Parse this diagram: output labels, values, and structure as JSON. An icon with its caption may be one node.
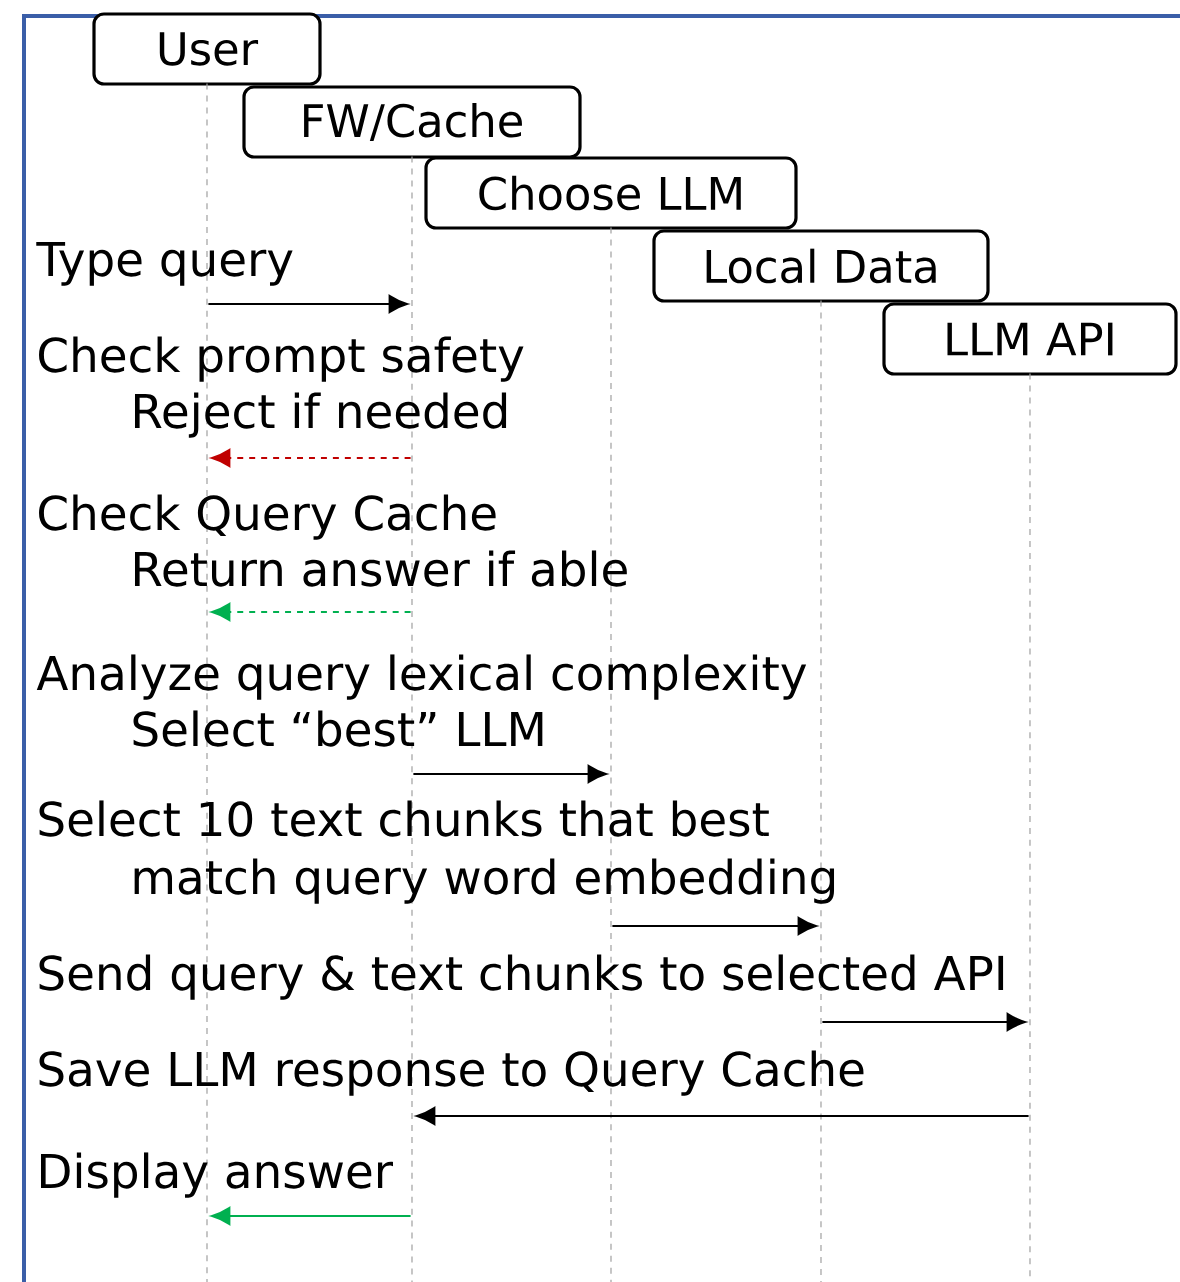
{
  "diagram": {
    "nodes": [
      {
        "text": [
          "User"
        ]
      },
      {
        "text": [
          "FW/Cache"
        ]
      },
      {
        "text": [
          "Choose LLM"
        ]
      },
      {
        "text": [
          "Local Data"
        ]
      },
      {
        "text": [
          "LLM API"
        ]
      },
      {
        "text": [],
        "shape": "lifeline"
      },
      {
        "text": [],
        "shape": "lifeline"
      },
      {
        "text": [],
        "shape": "lifeline"
      },
      {
        "text": [],
        "shape": "lifeline"
      },
      {
        "text": [],
        "shape": "lifeline"
      }
    ],
    "edges": [
      {
        "from": 5,
        "to": 6,
        "arrow": "to"
      },
      {
        "from": 6,
        "to": 5,
        "arrow": "to",
        "style": "dashed",
        "color": "#c00000"
      },
      {
        "from": 6,
        "to": 5,
        "arrow": "to",
        "style": "dashed",
        "color": "#00b050"
      },
      {
        "from": 6,
        "to": 7,
        "arrow": "to"
      },
      {
        "from": 7,
        "to": 8,
        "arrow": "to"
      },
      {
        "from": 8,
        "to": 9,
        "arrow": "to"
      },
      {
        "from": 9,
        "to": 6,
        "arrow": "to"
      },
      {
        "from": 6,
        "to": 5,
        "arrow": "to",
        "color": "#00b050"
      }
    ],
    "labels": [
      "Type query",
      "Check prompt safety",
      "Reject if needed",
      "Check Query Cache",
      "Return answer if able",
      "Analyze query lexical complexity",
      "Select “best” LLM",
      "Select 10 text chunks that best",
      "match query word embedding",
      "Send query & text chunks to selected API",
      "Save LLM response to Query Cache",
      "Display answer"
    ]
  }
}
